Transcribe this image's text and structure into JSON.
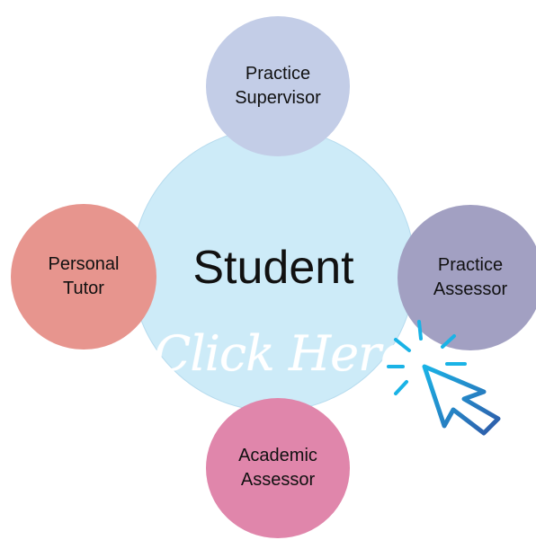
{
  "diagram": {
    "center": {
      "label": "Student"
    },
    "nodes": [
      {
        "id": "top",
        "label": "Practice\nSupervisor",
        "color": "#c3cde7"
      },
      {
        "id": "right",
        "label": "Practice\nAssessor",
        "color": "#a2a0c2"
      },
      {
        "id": "bottom",
        "label": "Academic\nAssessor",
        "color": "#e086ab"
      },
      {
        "id": "left",
        "label": "Personal\nTutor",
        "color": "#e7958e"
      }
    ],
    "center_color": "#cdebf8"
  },
  "cta": {
    "label": "Click Here",
    "icon": "cursor-arrow-icon",
    "accent_colors": [
      "#1ab3e6",
      "#2f5aa8"
    ]
  }
}
